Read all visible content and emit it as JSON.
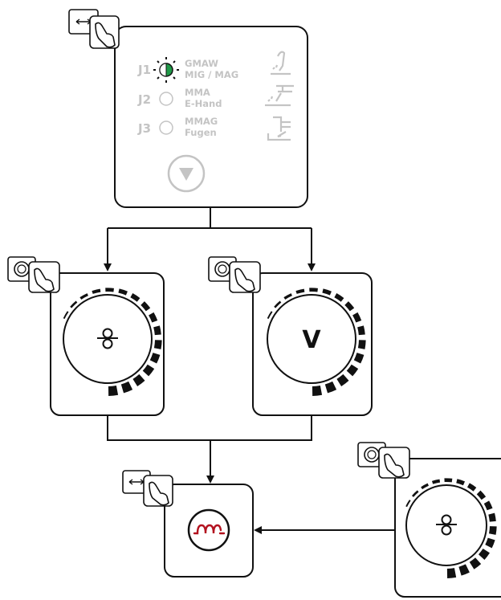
{
  "colors": {
    "stroke": "#111111",
    "inactive": "#c4c4c4",
    "led_active": "#1f9a48",
    "inductance": "#b3121f"
  },
  "mode_panel": {
    "items": [
      {
        "id": "J1",
        "line1": "GMAW",
        "line2": "MIG / MAG",
        "active": true
      },
      {
        "id": "J2",
        "line1": "MMA",
        "line2": "E-Hand",
        "active": false
      },
      {
        "id": "J3",
        "line1": "MMAG",
        "line2": "Fugen",
        "active": false
      }
    ],
    "icons": [
      "mig-mag-torch-icon",
      "electrode-holder-icon",
      "gouging-icon"
    ],
    "down_button_icon": "triangle-down-icon"
  },
  "knob_left": {
    "symbol_icon": "wire-feed-icon",
    "header_icon": "rotate-knob-hand-icon",
    "segments": 16
  },
  "knob_right": {
    "symbol": "V",
    "header_icon": "rotate-knob-hand-icon",
    "segments": 16
  },
  "knob_side": {
    "symbol_icon": "wire-feed-icon",
    "header_icon": "rotate-knob-hand-icon",
    "segments": 16
  },
  "display_panel": {
    "symbol_icon": "inductance-icon",
    "header_icon": "select-hand-icon"
  }
}
